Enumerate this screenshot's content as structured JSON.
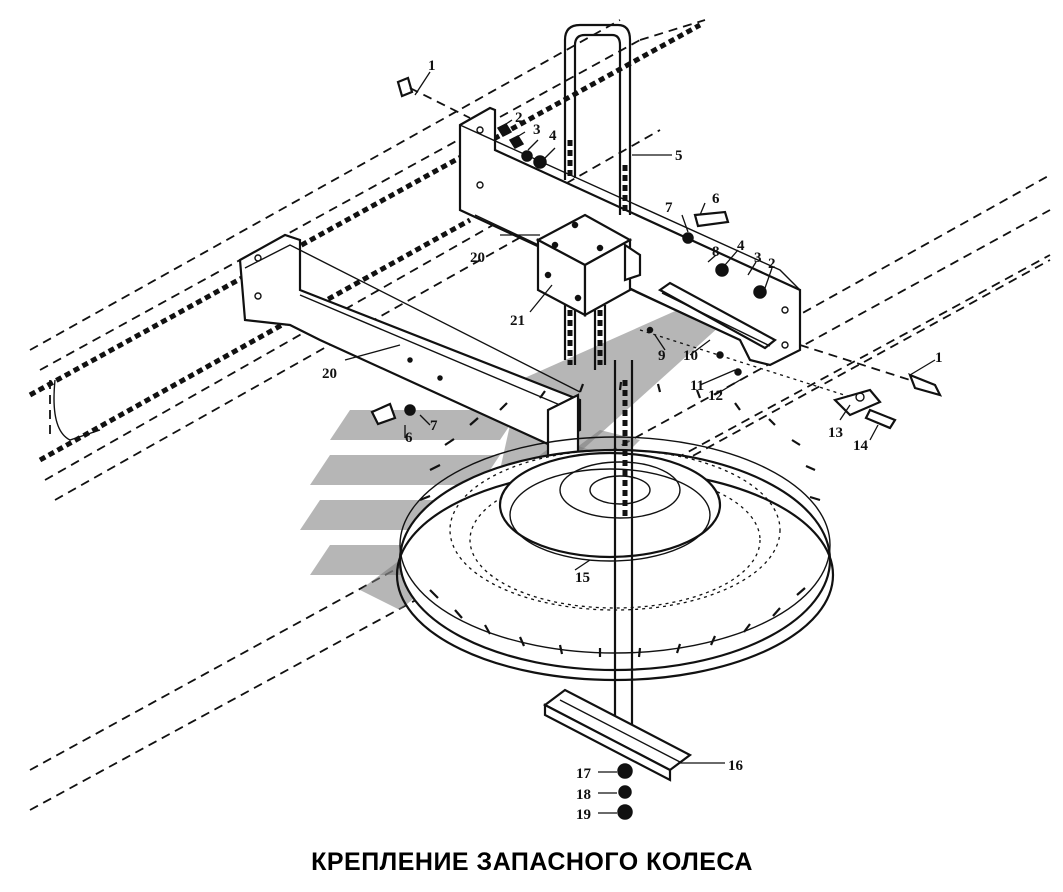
{
  "caption": "КРЕПЛЕНИЕ ЗАПАСНОГО КОЛЕСА",
  "callouts": [
    {
      "id": "c1a",
      "label": "1"
    },
    {
      "id": "c2a",
      "label": "2"
    },
    {
      "id": "c3a",
      "label": "3"
    },
    {
      "id": "c4a",
      "label": "4"
    },
    {
      "id": "c5",
      "label": "5"
    },
    {
      "id": "c6a",
      "label": "6"
    },
    {
      "id": "c7a",
      "label": "7"
    },
    {
      "id": "c8",
      "label": "8"
    },
    {
      "id": "c4b",
      "label": "4"
    },
    {
      "id": "c3b",
      "label": "3"
    },
    {
      "id": "c2b",
      "label": "2"
    },
    {
      "id": "c20a",
      "label": "20"
    },
    {
      "id": "c21",
      "label": "21"
    },
    {
      "id": "c9",
      "label": "9"
    },
    {
      "id": "c10",
      "label": "10"
    },
    {
      "id": "c1b",
      "label": "1"
    },
    {
      "id": "c20b",
      "label": "20"
    },
    {
      "id": "c11",
      "label": "11"
    },
    {
      "id": "c12",
      "label": "12"
    },
    {
      "id": "c6b",
      "label": "6"
    },
    {
      "id": "c7b",
      "label": "7"
    },
    {
      "id": "c13",
      "label": "13"
    },
    {
      "id": "c14",
      "label": "14"
    },
    {
      "id": "c15",
      "label": "15"
    },
    {
      "id": "c16",
      "label": "16"
    },
    {
      "id": "c17",
      "label": "17"
    },
    {
      "id": "c18",
      "label": "18"
    },
    {
      "id": "c19",
      "label": "19"
    }
  ],
  "colors": {
    "ink": "#111111",
    "watermark": "#7a7a7a",
    "background": "#ffffff"
  }
}
